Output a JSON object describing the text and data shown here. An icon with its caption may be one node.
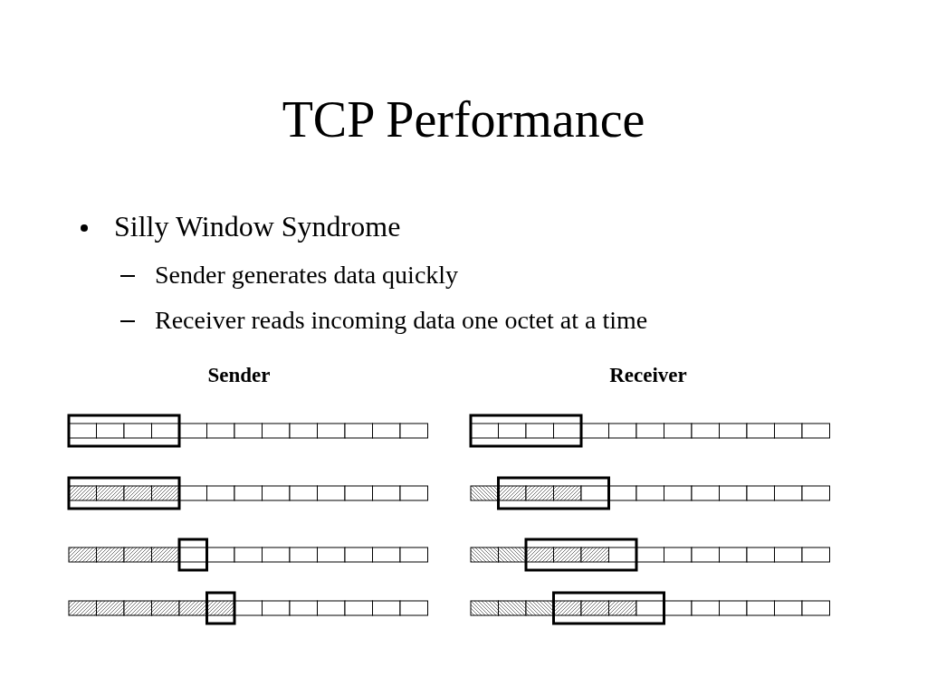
{
  "diagram": {
    "title": "TCP Performance",
    "labels": [
      "Silly Window Syndrome",
      "Sender generates data quickly",
      "Receiver reads incoming data one octet at a time",
      "Sender",
      "Receiver"
    ]
  }
}
